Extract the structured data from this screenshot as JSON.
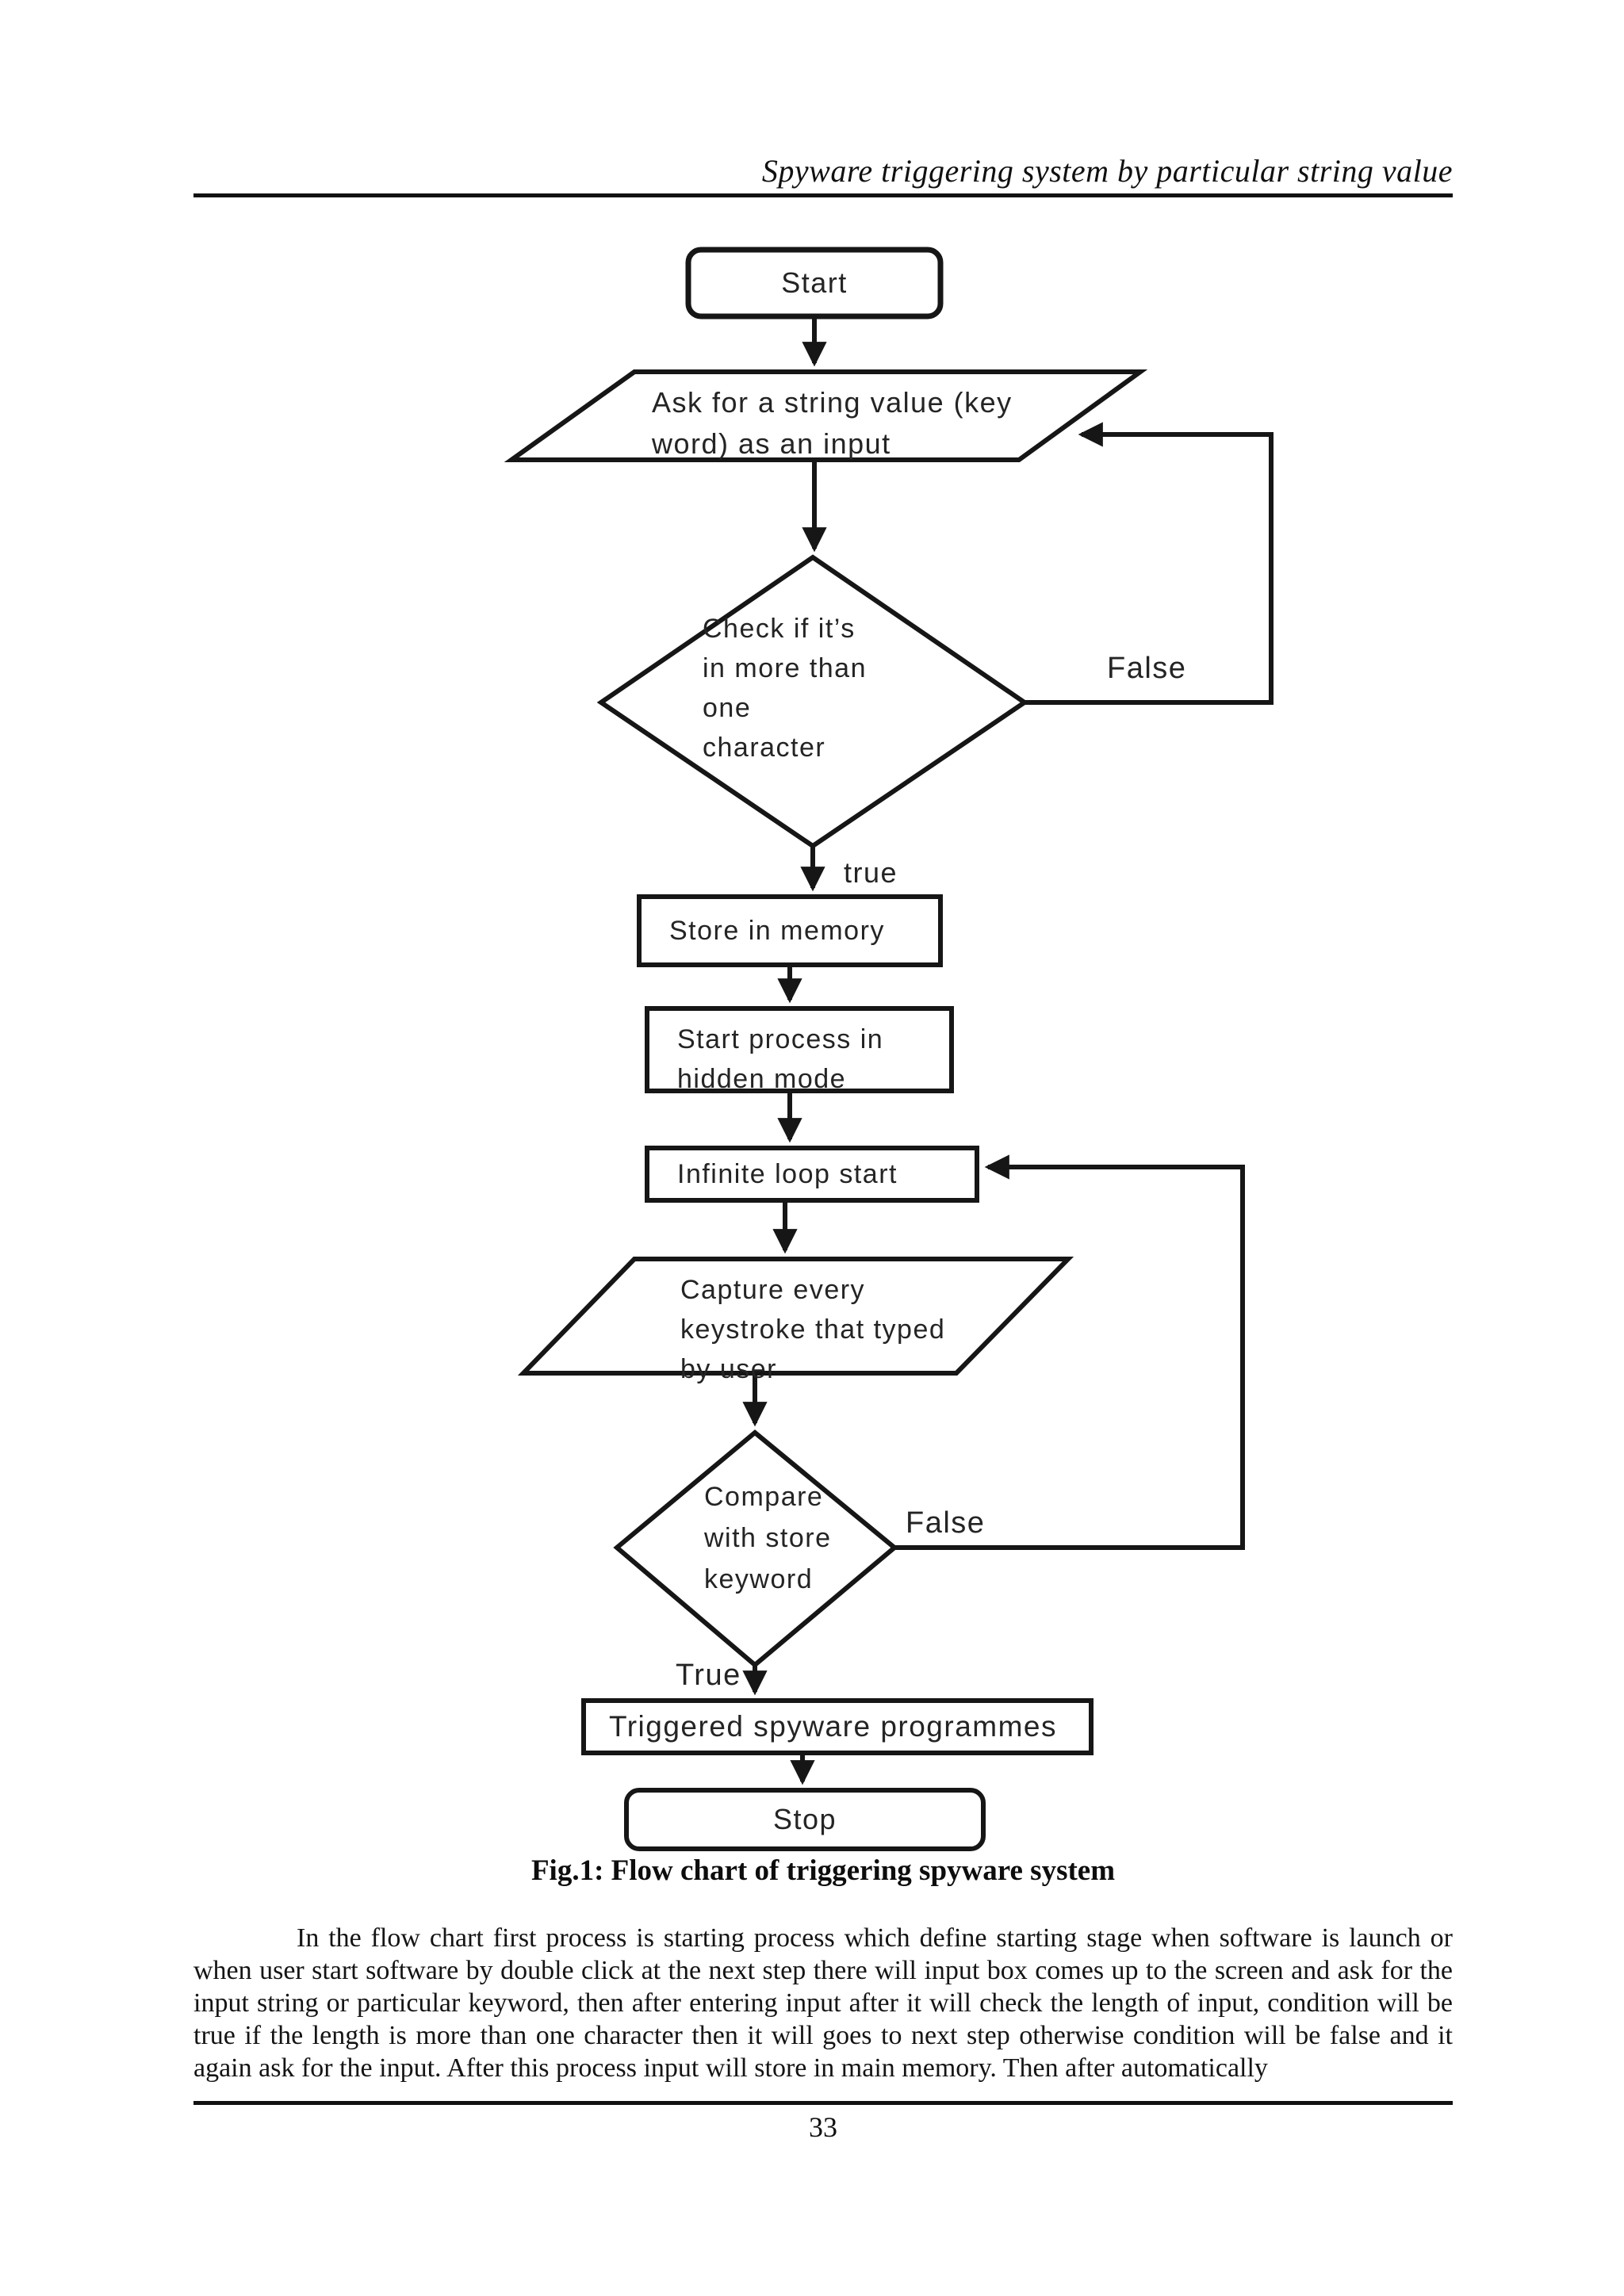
{
  "header": {
    "title": "Spyware triggering system by particular string value"
  },
  "figure": {
    "caption": "Fig.1: Flow chart of triggering spyware system",
    "nodes": {
      "start": "Start",
      "ask_input": "Ask for a string value (key\nword) as an input",
      "check_length": "Check if it’s\nin more than\none\ncharacter",
      "store_memory": "Store in memory",
      "hidden_process": "Start process in\nhidden mode",
      "infinite_loop": "Infinite loop start",
      "capture_keystrokes": "Capture every\nkeystroke that typed\nby user",
      "compare_keyword": "Compare\nwith store\nkeyword",
      "triggered": "Triggered spyware programmes",
      "stop": "Stop"
    },
    "edge_labels": {
      "check_false": "False",
      "check_true": "true",
      "compare_false": "False",
      "compare_true": "True"
    }
  },
  "body": {
    "paragraph": "In the flow chart first process is starting process which define starting stage when software is launch or when user start software by double click at the next step there will input box comes up to the screen and ask for the input string or particular keyword, then after entering input after it will check the length of input, condition will be true if the length is more than one character then it will goes to next step otherwise condition will be false and it again ask for the input. After this process input will store in main memory. Then after automatically"
  },
  "footer": {
    "page_number": "33"
  }
}
